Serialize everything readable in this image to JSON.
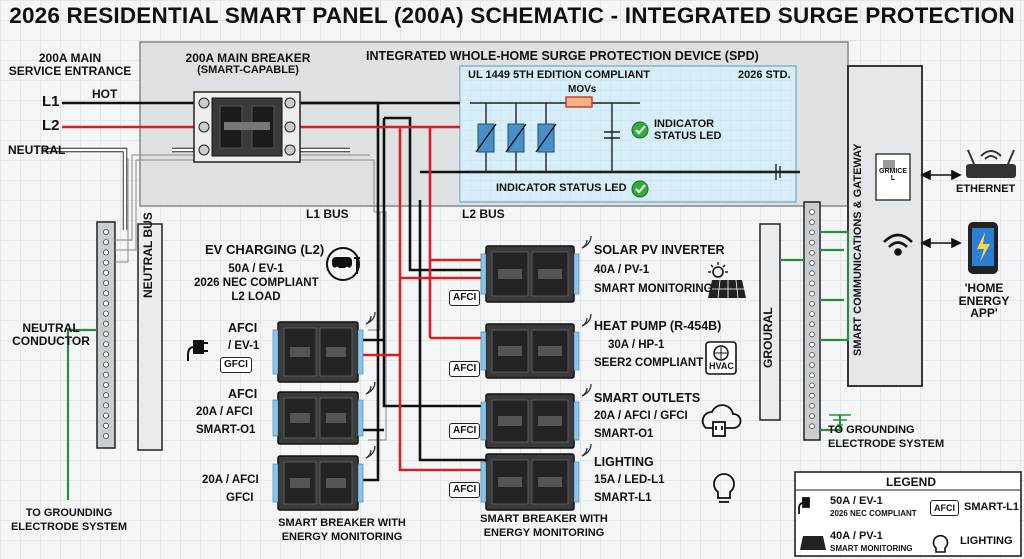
{
  "title": "2026 RESIDENTIAL SMART PANEL (200A) SCHEMATIC - INTEGRATED SURGE PROTECTION",
  "service": {
    "label_line1": "200A MAIN",
    "label_line2": "SERVICE ENTRANCE",
    "l1": "L1",
    "l2": "L2",
    "hot": "HOT",
    "neutral": "NEUTRAL"
  },
  "main_breaker": {
    "line1": "200A MAIN BREAKER",
    "line2": "(SMART-CAPABLE)"
  },
  "spd": {
    "title": "INTEGRATED WHOLE-HOME SURGE PROTECTION DEVICE (SPD)",
    "compliance": "UL 1449 5TH EDITION COMPLIANT",
    "standard": "2026 STD.",
    "movs": "MOVs",
    "indicator_line1": "INDICATOR",
    "indicator_line2": "STATUS LED",
    "indicator_bottom": "INDICATOR STATUS LED"
  },
  "buses": {
    "l1": "L1 BUS",
    "l2": "L2 BUS",
    "neutral_bus": "NEUTRAL BUS",
    "neutral_conductor_1": "NEUTRAL",
    "neutral_conductor_2": "CONDUCTOR",
    "ground_bus": "GROURAL"
  },
  "gateway": {
    "label": "SMART COMMUNICATIONS & GATEWAY",
    "module_1": "GRMICE",
    "module_2": "L",
    "ethernet": "ETHERNET",
    "app_1": "'HOME",
    "app_2": "ENERGY",
    "app_3": "APP'"
  },
  "left_circuits": {
    "ev": {
      "title": "EV CHARGING (L2)",
      "line2": "50A / EV-1",
      "line3": "2026 NEC COMPLIANT",
      "line4": "L2 LOAD"
    },
    "c1": {
      "title": "AFCI",
      "line2": "/ EV-1",
      "badge": "GFCI"
    },
    "c2": {
      "title": "AFCI",
      "line2": "20A / AFCI",
      "line3": "SMART-O1"
    },
    "c3": {
      "line1": "20A / AFCI",
      "line2": "GFCI"
    }
  },
  "right_circuits": [
    {
      "title": "SOLAR PV INVERTER",
      "line2": "40A / PV-1",
      "line3": "SMART MONITORING",
      "badge": "AFCI"
    },
    {
      "title": "HEAT PUMP (R-454B)",
      "line2": "30A / HP-1",
      "line3": "SEER2 COMPLIANT",
      "badge": "AFCI",
      "icon_label": "HVAC"
    },
    {
      "title": "SMART OUTLETS",
      "line2": "20A / AFCI / GFCI",
      "line3": "SMART-O1",
      "badge": "AFCI"
    },
    {
      "title": "LIGHTING",
      "line2": "15A / LED-L1",
      "line3": "SMART-L1",
      "badge": "AFCI"
    }
  ],
  "smart_breaker_note": {
    "line1": "SMART BREAKER WITH",
    "line2": "ENERGY MONITORING"
  },
  "grounding": {
    "left_1": "TO GROUNDING",
    "left_2": "ELECTRODE SYSTEM",
    "right_1": "TO GROUNDING",
    "right_2": "ELECTRODE SYSTEM"
  },
  "legend": {
    "title": "LEGEND",
    "ev_1": "50A / EV-1",
    "ev_2": "2026 NEC COMPLIANT",
    "afci_badge": "AFCI",
    "smart_l1": "SMART-L1",
    "pv_1": "40A / PV-1",
    "pv_2": "SMART MONITORING",
    "lighting": "LIGHTING"
  },
  "colors": {
    "hot_l1": "#111111",
    "hot_l2": "#d42020",
    "neutral": "#ffffff",
    "ground": "#2e8b3e",
    "spd_fill": "#d7edf7",
    "panel_fill": "#dde1e4",
    "led": "#2fae3c"
  }
}
